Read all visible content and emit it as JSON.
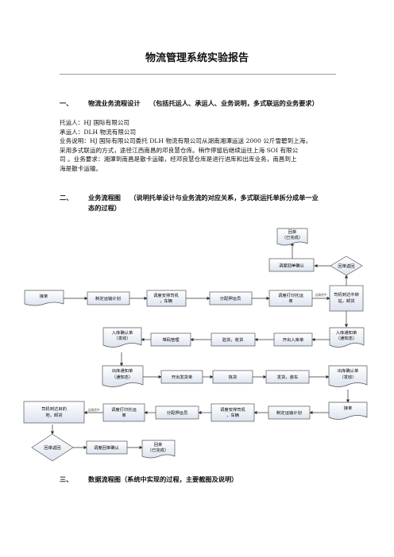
{
  "title": "物流管理系统实验报告",
  "section1": {
    "num": "一、",
    "heading": "物流业务流程设计",
    "sub": "（包括托运人、承运人、业务说明，多式联运的业务要求）",
    "lines": [
      "托运人：HJ 国际有限公司",
      "承运人：DLH 物流有限公司",
      "业务说明：HJ 国际有限公司委托 DLH 物流有限公司从湖南湘潭运送 2000 公斤雪碧到上海，",
      "采用多式联运的方式，途径江西南昌的邓良慧仓库。稍作停留后继续运往上海  SOI 有限公",
      "司  。业务要求：湘潭到南昌是散卡运输，经邓良慧仓库是进行进库和出库业务，南昌到上",
      "海是散卡运输。"
    ]
  },
  "section2": {
    "num": "二、",
    "heading": "业务流程图",
    "sub": "（说明托单设计与业务流的对应关系，多式联运托单拆分成单一业",
    "sub2": "态的过程）"
  },
  "section3": {
    "num": "三、",
    "heading": "数据流程图（系统中实现的过程，主要截图及说明）"
  },
  "diagram": {
    "top_doc": [
      "回单",
      "（已完成）"
    ],
    "top_confirm": "调度回单确认",
    "top_return": "回单返回",
    "row1": [
      "接单",
      "制定运输计划",
      "调度安排司机，车辆",
      "分配押运员",
      "调度打印托运单",
      "司机到达中转站，卸货"
    ],
    "edge_label": "运输途中",
    "row2": [
      "入库确认单（发收）",
      "堆码管理",
      "验货，收货",
      "开出入库单",
      "入库通知单（通知态）"
    ],
    "row3": [
      "出库通知单（通知态）",
      "开出发货单",
      "拣货",
      "发货，装车",
      "出库确认单（发收）"
    ],
    "row4": [
      "司机到达目的地，卸货",
      "调度打印托运单",
      "分配押运员",
      "调度安排司机，车辆",
      "制定运输计划",
      "接单"
    ],
    "bottom_return": "回单返回",
    "bottom_confirm": "调度回单确认",
    "bottom_doc": [
      "回单",
      "（已完成）"
    ]
  }
}
